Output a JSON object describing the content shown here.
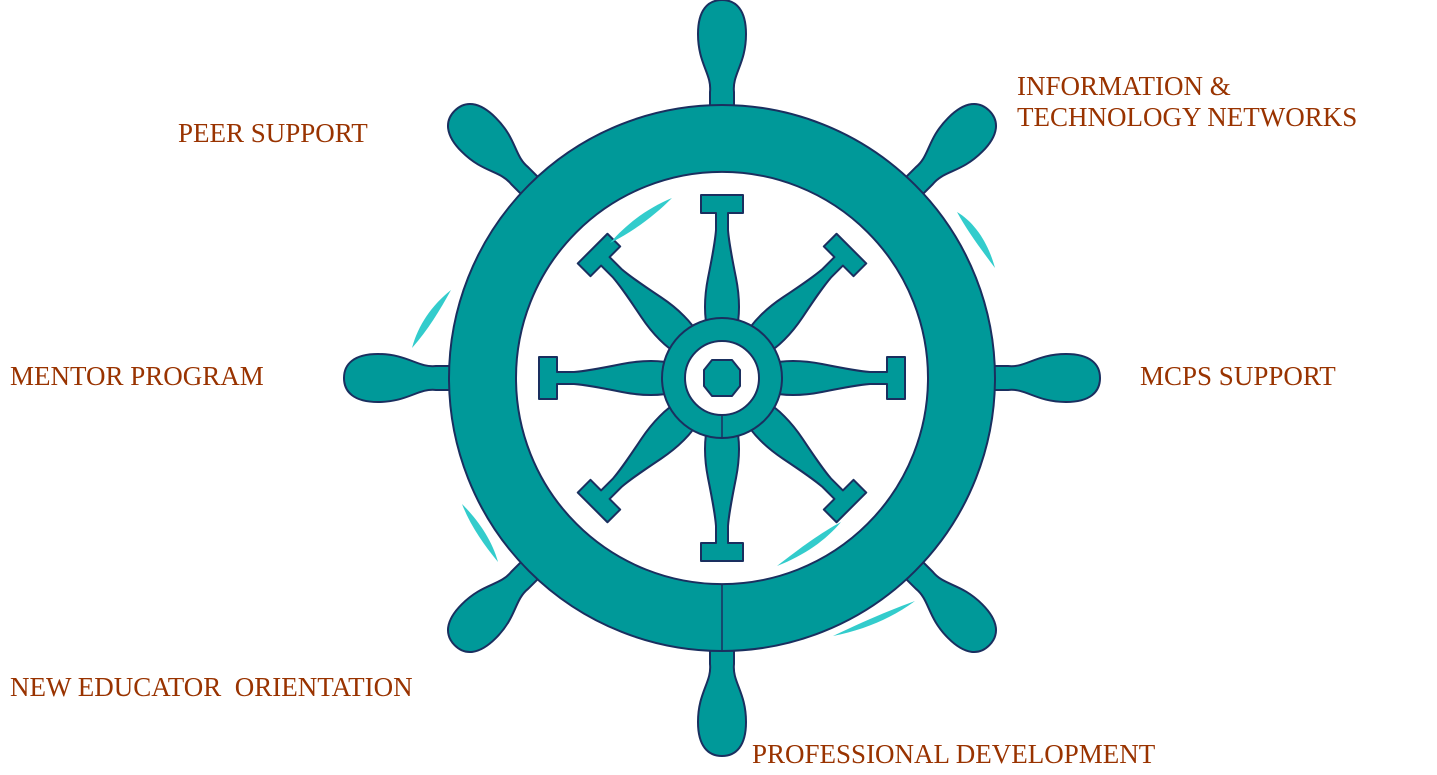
{
  "colors": {
    "wheel_fill": "#009999",
    "wheel_outline": "#1a2f5f",
    "highlight": "#33cccc",
    "label_text": "#993300",
    "background": "#ffffff"
  },
  "wheel": {
    "handles": 8,
    "inner_spokes": 8,
    "icons": [
      "ship-wheel-icon"
    ]
  },
  "labels": {
    "peer_support": "PEER SUPPORT",
    "info_tech_line1": "INFORMATION &",
    "info_tech_line2": "TECHNOLOGY NETWORKS",
    "mentor_program": "MENTOR PROGRAM",
    "mcps_support": "MCPS SUPPORT",
    "new_educator": "NEW EDUCATOR  ORIENTATION",
    "professional_development": "PROFESSIONAL DEVELOPMENT"
  }
}
